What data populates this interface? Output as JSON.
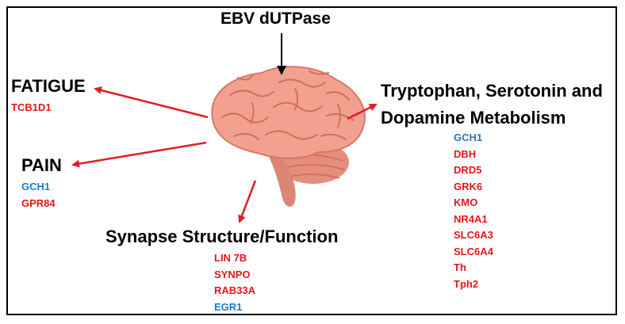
{
  "title": "EBV dUTPase",
  "colors": {
    "red": "#e8141b",
    "blue": "#1f7ac2",
    "brain_fill": "#f2a191",
    "brain_dark": "#d77766",
    "arrow_red": "#e31b23",
    "arrow_black": "#000000"
  },
  "groups": {
    "fatigue": {
      "heading": "FATIGUE",
      "genes": [
        {
          "name": "TCB1D1",
          "color": "red"
        }
      ]
    },
    "pain": {
      "heading": "PAIN",
      "genes": [
        {
          "name": "GCH1",
          "color": "blue"
        },
        {
          "name": "GPR84",
          "color": "red"
        }
      ]
    },
    "metabolism": {
      "heading_line1": "Tryptophan, Serotonin and",
      "heading_line2": "Dopamine Metabolism",
      "genes": [
        {
          "name": "GCH1",
          "color": "blue"
        },
        {
          "name": "DBH",
          "color": "red"
        },
        {
          "name": "DRD5",
          "color": "red"
        },
        {
          "name": "GRK6",
          "color": "red"
        },
        {
          "name": "KMO",
          "color": "red"
        },
        {
          "name": "NR4A1",
          "color": "red"
        },
        {
          "name": "SLC6A3",
          "color": "red"
        },
        {
          "name": "SLC6A4",
          "color": "red"
        },
        {
          "name": "Th",
          "color": "red"
        },
        {
          "name": "Tph2",
          "color": "red"
        }
      ]
    },
    "synapse": {
      "heading": "Synapse Structure/Function",
      "genes": [
        {
          "name": "LIN 7B",
          "color": "red"
        },
        {
          "name": "SYNPO",
          "color": "red"
        },
        {
          "name": "RAB33A",
          "color": "red"
        },
        {
          "name": "EGR1",
          "color": "blue"
        }
      ]
    }
  }
}
